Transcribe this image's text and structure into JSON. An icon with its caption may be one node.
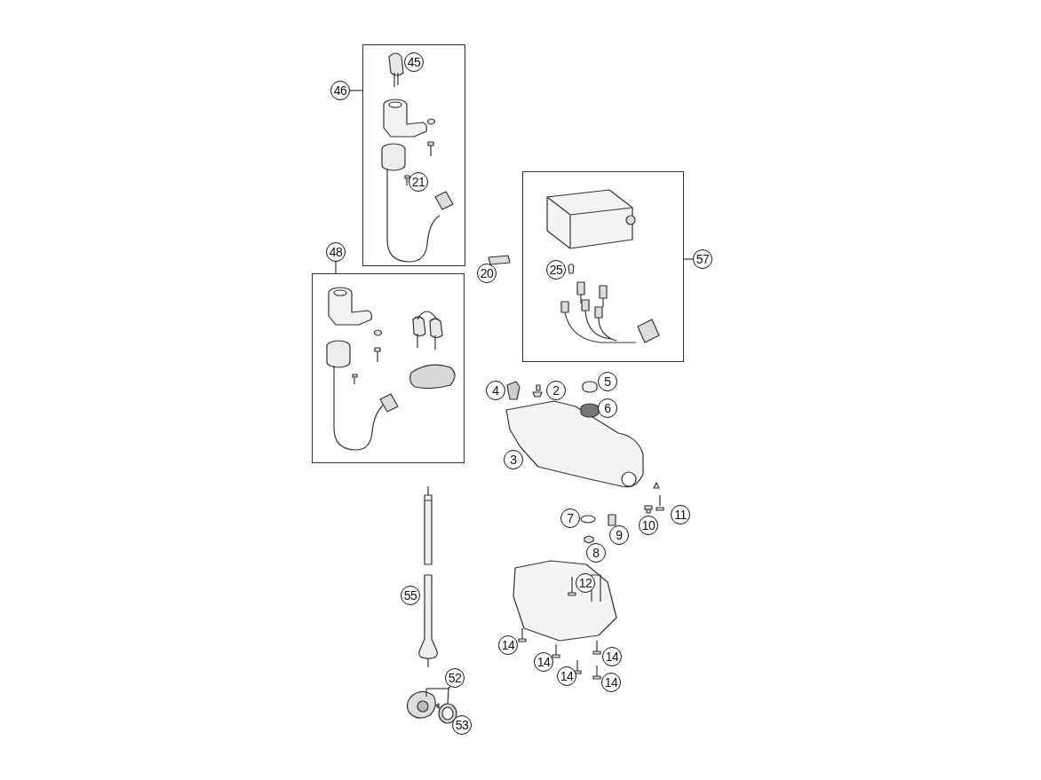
{
  "diagram": {
    "nodes": [
      {
        "text": [],
        "shape": "box"
      },
      {
        "text": [
          "45"
        ],
        "in": 0
      },
      {
        "text": [
          "46"
        ]
      },
      {
        "text": [],
        "shape": "box"
      },
      {
        "text": [
          "21"
        ],
        "in": 0
      },
      {
        "text": [
          "48"
        ]
      },
      {
        "text": [
          "57"
        ]
      },
      {
        "text": [
          "25"
        ],
        "in": 3
      },
      {
        "text": [
          "20"
        ]
      },
      {
        "text": [],
        "shape": "box"
      },
      {
        "text": [
          "5"
        ]
      },
      {
        "text": [
          "4"
        ]
      },
      {
        "text": [
          "2"
        ]
      },
      {
        "text": [
          "6"
        ]
      },
      {
        "text": [
          "3"
        ]
      },
      {
        "text": [
          "11"
        ]
      },
      {
        "text": [
          "7"
        ]
      },
      {
        "text": [
          "10"
        ]
      },
      {
        "text": [
          "9"
        ]
      },
      {
        "text": [
          "8"
        ]
      },
      {
        "text": [
          "12"
        ]
      },
      {
        "text": [
          "55"
        ]
      },
      {
        "text": [
          "14"
        ]
      },
      {
        "text": [
          "14"
        ]
      },
      {
        "text": [
          "14"
        ]
      },
      {
        "text": [
          "14"
        ]
      },
      {
        "text": [
          "52"
        ]
      },
      {
        "text": [
          "14"
        ]
      },
      {
        "text": [],
        "shape": "picture"
      },
      {
        "text": [],
        "shape": "picture"
      },
      {
        "text": [
          "53"
        ]
      }
    ],
    "edges": [
      {
        "from": 2,
        "to": 0,
        "arrow": "none"
      },
      {
        "from": 5,
        "to": 9,
        "arrow": "none"
      },
      {
        "from": 6,
        "to": 3,
        "arrow": "none"
      },
      {
        "from": 26,
        "to": 28,
        "arrow": "none"
      },
      {
        "from": 26,
        "to": 29,
        "arrow": "none"
      }
    ]
  }
}
